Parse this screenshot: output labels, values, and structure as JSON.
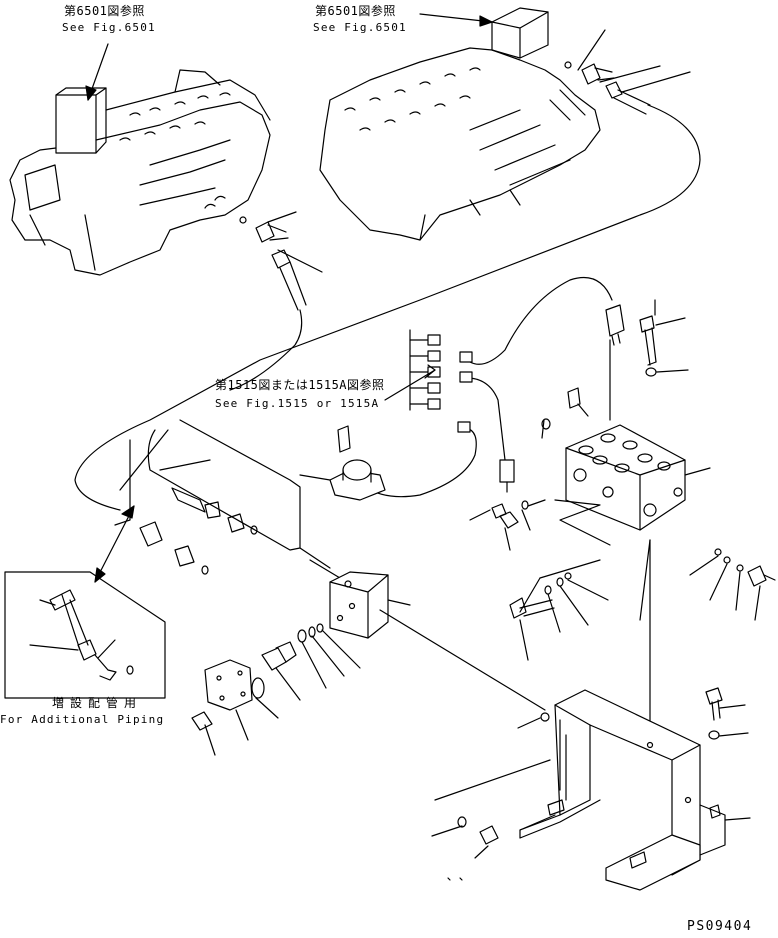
{
  "references": {
    "ref_6501_left": {
      "jp": "第6501図参照",
      "en": "See Fig.6501"
    },
    "ref_6501_right": {
      "jp": "第6501図参照",
      "en": "See Fig.6501"
    },
    "ref_1515": {
      "jp": "第1515図または1515A図参照",
      "en": "See Fig.1515 or 1515A"
    }
  },
  "inset": {
    "jp": "増設配管用",
    "en": "For Additional Piping"
  },
  "drawing_code": "PS09404",
  "colors": {
    "line": "#000000",
    "background": "#ffffff"
  }
}
